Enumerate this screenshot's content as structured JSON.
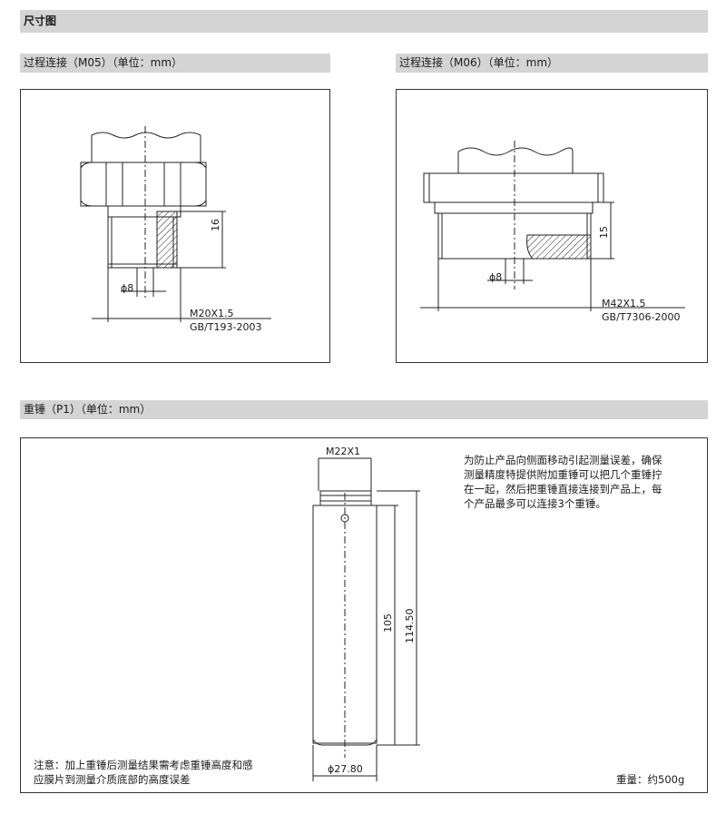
{
  "section_title": "尺寸图",
  "m05": {
    "title": "过程连接（M05）（单位：mm）",
    "dim_height": "16",
    "dim_diameter": "ϕ8",
    "thread": "M20X1.5",
    "standard": "GB/T193-2003"
  },
  "m06": {
    "title": "过程连接（M06）（单位：mm）",
    "dim_height": "15",
    "dim_diameter": "ϕ8",
    "thread": "M42X1.5",
    "standard": "GB/T7306-2000"
  },
  "p1": {
    "title": "重锤（P1）（单位：mm）",
    "thread": "M22X1",
    "dim_length_inner": "105",
    "dim_length_total": "114.50",
    "dim_diameter": "ϕ27.80",
    "description_lines": [
      "为防止产品向侧面移动引起测量误差，确保",
      "测量精度特提供附加重锤可以把几个重锤拧",
      "在一起，然后把重锤直接连接到产品上，每",
      "个产品最多可以连接3个重锤。"
    ],
    "note_lines": [
      "注意：加上重锤后测量结果需考虑重锤高度和感",
      "应膜片到测量介质底部的高度误差"
    ],
    "weight": "重量：约500g"
  }
}
